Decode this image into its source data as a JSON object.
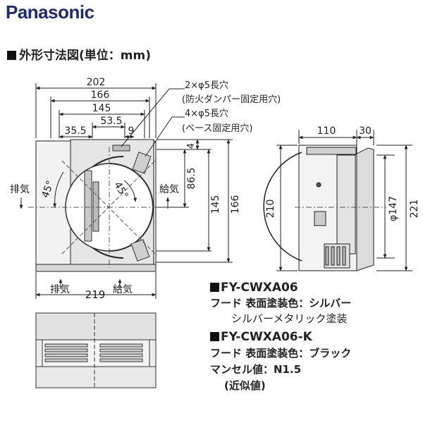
{
  "brand": "Panasonic",
  "section_title": "外形寸法図(単位：mm)",
  "front_view": {
    "dim_202": "202",
    "dim_166_top": "166",
    "dim_145_top": "145",
    "dim_53_5": "53.5",
    "dim_35_5": "35.5",
    "dim_9": "9",
    "dim_4": "4",
    "dim_86_5": "86.5",
    "dim_145_side": "145",
    "dim_166_side": "166",
    "angle_45_left": "45°",
    "angle_45_right": "45°",
    "dim_219": "219",
    "label_exhaust_left": "排気",
    "label_supply_right": "給気",
    "label_exhaust_bottom": "排気",
    "label_supply_bottom": "給気",
    "note1_line1": "2×φ5長穴",
    "note1_line2": "(防火ダンパー固定用穴)",
    "note2_line1": "4×φ5長穴",
    "note2_line2": "(ベース固定用穴)"
  },
  "side_view": {
    "dim_110": "110",
    "dim_30": "30",
    "dim_210": "210",
    "dim_147": "φ147",
    "dim_221": "221"
  },
  "specs": {
    "model1": "FY-CWXA06",
    "model1_line2": "フード 表面塗装色：シルバー",
    "model1_line3": "シルバーメタリック塗装",
    "model2": "FY-CWXA06-K",
    "model2_line2": "フード 表面塗装色：ブラック",
    "model2_line3": "マンセル値：N1.5",
    "model2_line4": "(近似値)"
  }
}
